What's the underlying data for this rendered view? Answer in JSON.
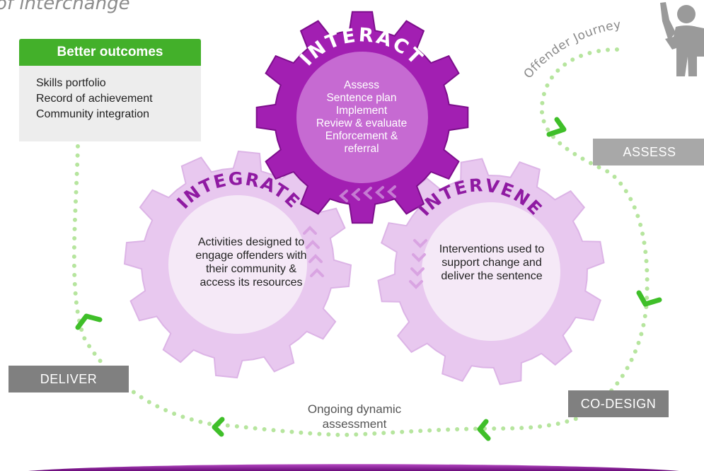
{
  "title": "of interchange",
  "outcomes": {
    "heading": "Better outcomes",
    "items": [
      "Skills portfolio",
      "Record of achievement",
      "Community integration"
    ]
  },
  "gears": {
    "interact": {
      "label": "INTERACT",
      "items": [
        "Assess",
        "Sentence plan",
        "Implement",
        "Review & evaluate",
        "Enforcement &",
        "referral"
      ]
    },
    "integrate": {
      "label": "INTEGRATE",
      "text": "Activities designed to engage offenders with their community & access its resources"
    },
    "intervene": {
      "label": "INTERVENE",
      "text": "Interventions used to support change and deliver the sentence"
    }
  },
  "journey_label": "Offender Journey",
  "stages": {
    "assess": "ASSESS",
    "codesign": "CO-DESIGN",
    "deliver": "DELIVER"
  },
  "dynamic_assessment": "Ongoing dynamic assessment",
  "colors": {
    "interact_gear": "#a21fb2",
    "interact_gear_dark": "#7d0e8c",
    "interact_hub": "#c66ad2",
    "secondary_gear": "#e8c8ef",
    "secondary_hub": "#f5e9f7",
    "gear_label_purple": "#8f1aa2",
    "dots": "#b6e59e",
    "arrow": "#3fbf29",
    "outcomes_header": "#43b02a",
    "stage_box": "#808080",
    "bottom_bar": "#8e1aa0"
  },
  "icons": [
    "person-pointing-icon",
    "chevron-arrow-icon"
  ]
}
